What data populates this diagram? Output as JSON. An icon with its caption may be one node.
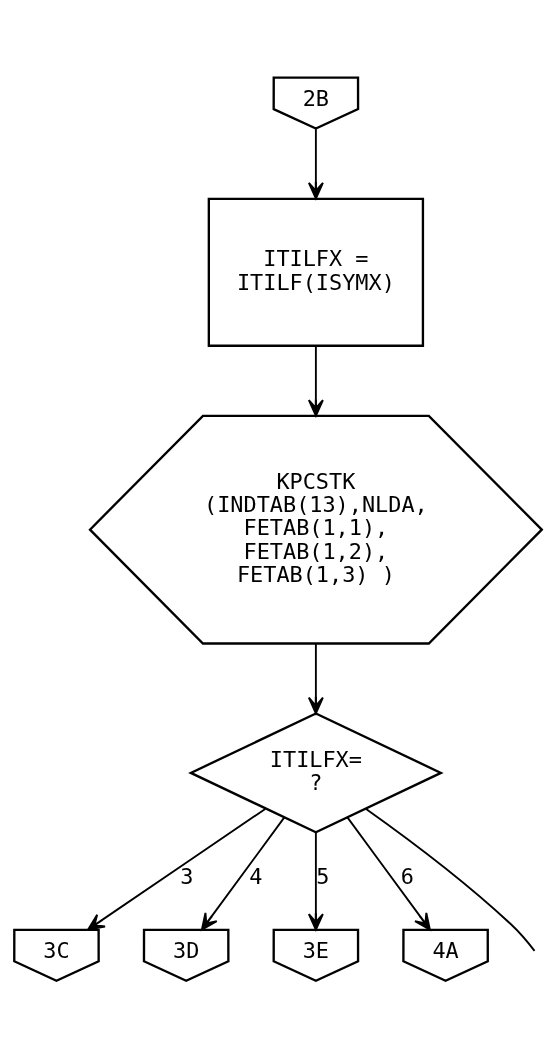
{
  "diagram": {
    "nodes": [
      {
        "text": [
          "2B"
        ]
      },
      {
        "text": [
          "ITILFX = ITILF(ISYMX)"
        ]
      },
      {
        "text": [
          "KPCSTK (INDTAB(13),NLDA, FETAB(1,1), FETAB(1,2), FETAB(1,3) )"
        ]
      },
      {
        "text": [
          "ITILFX= ?"
        ]
      },
      {
        "text": [
          "3C"
        ]
      },
      {
        "text": [
          "3D"
        ]
      },
      {
        "text": [
          "3E"
        ]
      },
      {
        "text": [
          "4A"
        ]
      }
    ],
    "edges": [
      {
        "from": 0,
        "to": 1,
        "arrow": "to"
      },
      {
        "from": 1,
        "to": 2,
        "arrow": "to"
      },
      {
        "from": 2,
        "to": 3,
        "arrow": "to"
      },
      {
        "from": 3,
        "to": null,
        "arrow": "none"
      },
      {
        "from": 3,
        "to": 4,
        "arrow": "to",
        "label": "3"
      },
      {
        "from": 3,
        "to": 5,
        "arrow": "to",
        "label": "4"
      },
      {
        "from": 3,
        "to": 6,
        "arrow": "to",
        "label": "5"
      },
      {
        "from": 3,
        "to": 7,
        "arrow": "to",
        "label": "6"
      }
    ]
  }
}
